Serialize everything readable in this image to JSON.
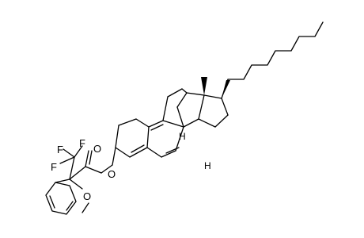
{
  "molecule": {
    "atoms": {
      "f1": "F",
      "f2": "F",
      "f3": "F",
      "o_carbonyl": "O",
      "o_ester": "O",
      "o_methoxy": "O",
      "h1": "H",
      "h2": "H"
    }
  }
}
